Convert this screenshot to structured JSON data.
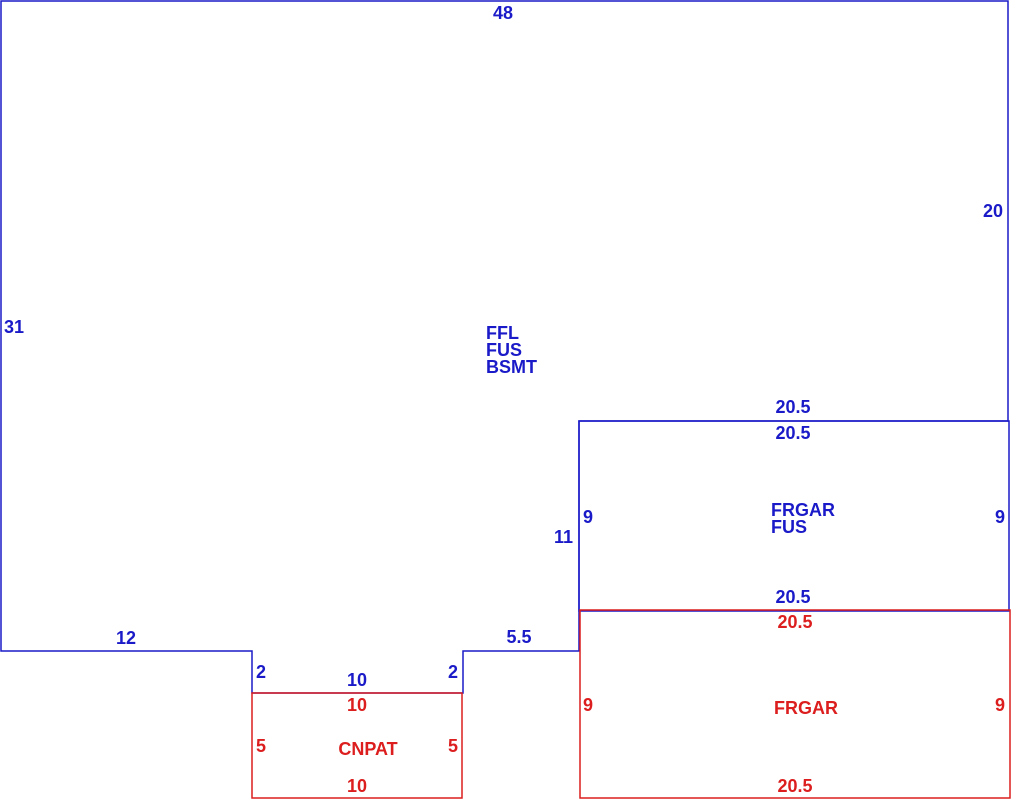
{
  "colors": {
    "main": "#1a1ac8",
    "addition": "#dc1e1e"
  },
  "main_house": {
    "dim_top": "48",
    "dim_right": "20",
    "dim_left": "31",
    "dim_bottom_left": "12",
    "dim_step_left": "2",
    "dim_notch": "10",
    "dim_step_right": "2",
    "dim_bottom_mid": "5.5",
    "dim_riser": "11",
    "dim_garage_top": "20.5",
    "label_1": "FFL",
    "label_2": "FUS",
    "label_3": "BSMT"
  },
  "upper_garage": {
    "dim_top": "20.5",
    "dim_left": "9",
    "dim_right": "9",
    "dim_bottom": "20.5",
    "label_1": "FRGAR",
    "label_2": "FUS"
  },
  "lower_garage": {
    "dim_top": "20.5",
    "dim_left": "9",
    "dim_right": "9",
    "dim_bottom": "20.5",
    "label_1": "FRGAR"
  },
  "patio": {
    "dim_top": "10",
    "dim_left": "5",
    "dim_right": "5",
    "dim_bottom": "10",
    "label_1": "CNPAT"
  }
}
